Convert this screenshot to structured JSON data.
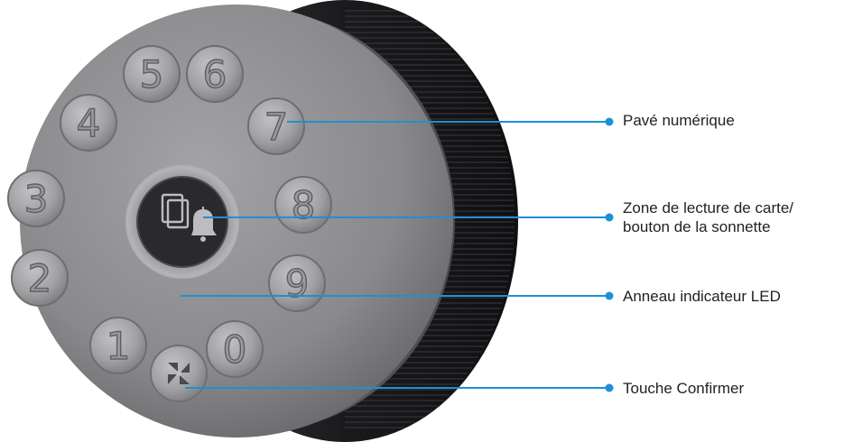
{
  "callouts": {
    "keypad": "Pavé numérique",
    "card_reader_line1": "Zone de lecture de carte/",
    "card_reader_line2": "bouton de la sonnette",
    "led_ring": "Anneau indicateur LED",
    "confirm_key": "Touche Confirmer"
  },
  "keys": [
    "5",
    "6",
    "4",
    "7",
    "3",
    "8",
    "2",
    "9",
    "1",
    "0"
  ],
  "icons": {
    "center": [
      "card-reader-icon",
      "doorbell-icon"
    ],
    "confirm": "ezviz-logo-icon"
  },
  "colors": {
    "callout_line": "#1f8fd6",
    "device_face": "#8c8c8e",
    "device_side": "#1e1e20",
    "center_button": "#2a2a2c"
  }
}
